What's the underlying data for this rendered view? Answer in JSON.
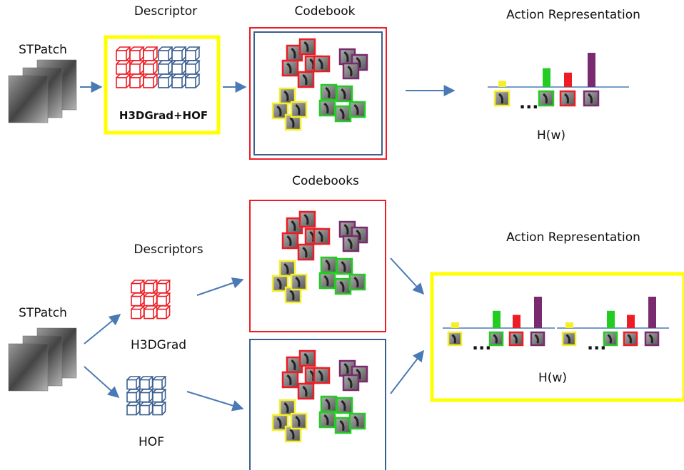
{
  "top": {
    "stpatch_label": "STPatch",
    "descriptor_label": "Descriptor",
    "descriptor_name": "H3DGrad+HOF",
    "codebook_label": "Codebook",
    "action_label": "Action Representation",
    "histogram_label": "H(w)",
    "ellipsis": "..."
  },
  "bottom": {
    "stpatch_label": "STPatch",
    "descriptors_label": "Descriptors",
    "h3dgrad_label": "H3DGrad",
    "hof_label": "HOF",
    "codebooks_label": "Codebooks",
    "action_label": "Action Representation",
    "histogram_label": "H(w)",
    "ellipsis": "..."
  },
  "colors": {
    "red": "#ee1c24",
    "blue": "#3b5f8f",
    "yellow": "#f5ef2a",
    "green": "#22cc22",
    "purple": "#7a2a6e",
    "arrow": "#4a7ab5",
    "highlight": "#ffff00"
  },
  "histogram_bars": [
    0.18,
    0.55,
    0.42,
    1.0
  ],
  "histogram_bar_colors": [
    "yellow",
    "green",
    "red",
    "purple"
  ]
}
